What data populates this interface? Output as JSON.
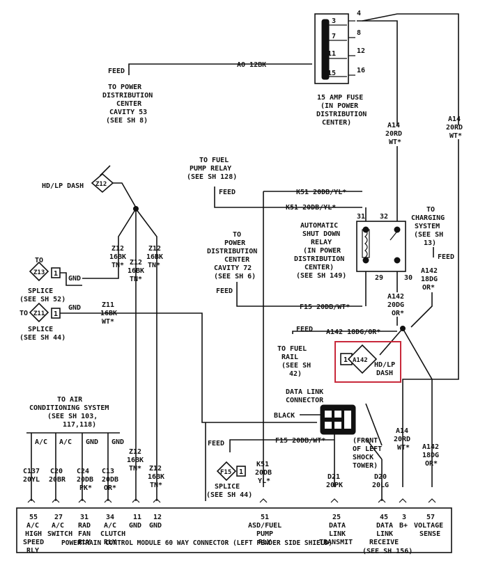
{
  "fuse": {
    "pins": [
      "3",
      "4",
      "7",
      "8",
      "11",
      "12",
      "15",
      "16"
    ],
    "ao_wire": "AO 12BK",
    "feed": "FEED",
    "to_pdc": [
      "TO POWER",
      "DISTRIBUTION",
      "CENTER",
      "CAVITY 53",
      "(SEE SH 8)"
    ],
    "label": [
      "15 AMP FUSE",
      "(IN POWER",
      "DISTRIBUTION",
      "CENTER)"
    ]
  },
  "a14_left": [
    "A14",
    "20RD",
    "WT*"
  ],
  "a14_right": [
    "A14",
    "20RD",
    "WT*"
  ],
  "fuel_pump_relay": [
    "TO FUEL",
    "PUMP RELAY",
    "(SEE SH 128)"
  ],
  "feed1": "FEED",
  "k51_top": "K51 20DB/YL*",
  "k51_mid": "K51 20DB/YL*",
  "asd_relay": {
    "pins": [
      "31",
      "32",
      "29",
      "30"
    ],
    "label": [
      "AUTOMATIC",
      "SHUT DOWN",
      "RELAY",
      "(IN POWER",
      "DISTRIBUTION",
      "CENTER)",
      "(SEE SH 149)"
    ]
  },
  "to_charging": [
    "TO",
    "CHARGING",
    "SYSTEM",
    "(SEE SH",
    "13)"
  ],
  "feed_charging": "FEED",
  "a142_right": [
    "A142",
    "18DG",
    "OR*"
  ],
  "pdc72": [
    "POWER",
    "DISTRIBUTION",
    "CENTER",
    "CAVITY 72",
    "(SEE SH 6)"
  ],
  "to_pdc72": "TO",
  "feed_pdc72": "FEED",
  "f15_top": "F15 20DB/WT*",
  "a142_relay": [
    "A142",
    "20DG",
    "OR*"
  ],
  "hdlp_dash_top": "HD/LP DASH",
  "z12_diamond": "Z12",
  "z12_a": [
    "Z12",
    "16BK",
    "TN*"
  ],
  "z12_b": [
    "Z12",
    "16BK",
    "TN*"
  ],
  "z12_c": [
    "Z12",
    "16BK",
    "TN*"
  ],
  "splice_z13": {
    "to": "TO",
    "id": "Z13",
    "pin": "1",
    "gnd": "GND",
    "label": [
      "SPLICE",
      "(SEE SH 52)"
    ]
  },
  "splice_z11": {
    "to": "TO",
    "id": "Z11",
    "pin": "1",
    "gnd": "GND",
    "label": [
      "SPLICE",
      "(SEE SH 44)"
    ]
  },
  "z11_wire": [
    "Z11",
    "16BK",
    "WT*"
  ],
  "a142_fuel": "A142 18DG/OR*",
  "feed_fuel": "FEED",
  "fuel_rail": [
    "TO FUEL",
    "RAIL",
    "(SEE SH",
    "42)"
  ],
  "a142_conn": {
    "pin": "1",
    "id": "A142",
    "label": [
      "HD/LP",
      "DASH"
    ]
  },
  "dlc": {
    "label": [
      "DATA LINK",
      "CONNECTOR"
    ],
    "black": "BLACK",
    "front": [
      "(FRONT",
      "OF LEFT",
      "SHOCK",
      "TOWER)"
    ]
  },
  "to_ac": [
    "TO AIR",
    "CONDITIONING SYSTEM",
    "(SEE SH 103,",
    "117,118)"
  ],
  "ac_switches": [
    "A/C",
    "A/C",
    "GND",
    "GND"
  ],
  "feed_f15": "FEED",
  "f15_bot": "F15 20DB/WT*",
  "splice_f15": {
    "id": "F15",
    "pin": "1",
    "label": [
      "SPLICE",
      "(SEE SH 44)"
    ]
  },
  "a14_lower": [
    "A14",
    "20RD",
    "WT*"
  ],
  "a142_lower": [
    "A142",
    "18DG",
    "OR*"
  ],
  "bottom_wires": [
    [
      "C137",
      "20YL"
    ],
    [
      "C20",
      "20BR"
    ],
    [
      "C24",
      "20DB",
      "PK*"
    ],
    [
      "C13",
      "20DB",
      "OR*"
    ],
    [
      "Z12",
      "16BK",
      "TN*"
    ],
    [
      "Z12",
      "16BK",
      "TN*"
    ],
    [
      "K51",
      "20DB",
      "YL*"
    ],
    [
      "D21",
      "20PK"
    ],
    [
      "D20",
      "20LG"
    ]
  ],
  "pcm_pins": [
    [
      "55",
      "A/C",
      "HIGH",
      "SPEED",
      "RLY"
    ],
    [
      "27",
      "A/C",
      "SWITCH"
    ],
    [
      "31",
      "RAD",
      "FAN",
      "RLY"
    ],
    [
      "34",
      "A/C",
      "CLUTCH",
      "RLY"
    ],
    [
      "11",
      "GND"
    ],
    [
      "12",
      "GND"
    ],
    [
      "51",
      "ASD/FUEL",
      "PUMP",
      "RLY"
    ],
    [
      "25",
      "DATA",
      "LINK",
      "TRANSMIT"
    ],
    [
      "45",
      "DATA",
      "LINK",
      "RECEIVE"
    ],
    [
      "3",
      "B+"
    ],
    [
      "57",
      "VOLTAGE",
      "SENSE"
    ]
  ],
  "pcm_title": "POWERTRAIN CONTROL MODULE 60 WAY CONNECTOR (LEFT FENDER SIDE SHIELD)",
  "pcm_see": "(SEE SH 156)"
}
